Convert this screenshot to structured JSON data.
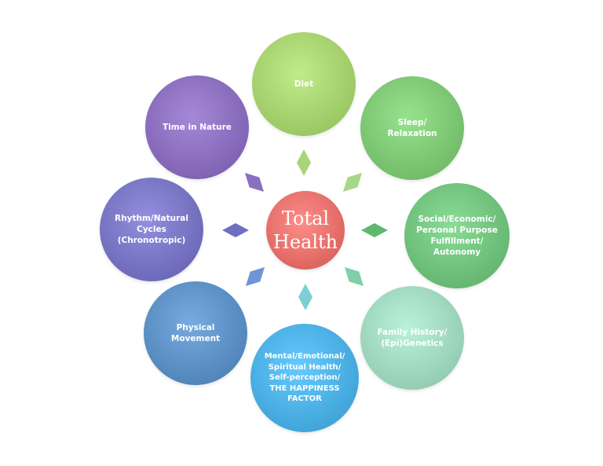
{
  "diagram": {
    "center": {
      "label": "Total\nHealth",
      "color": "#e66f6a"
    },
    "nodes": [
      {
        "key": "diet",
        "label": "Diet",
        "color": "#a5d06e"
      },
      {
        "key": "sleep",
        "label": "Sleep/\nRelaxation",
        "color": "#7cc673"
      },
      {
        "key": "social",
        "label": "Social/Economic/\nPersonal Purpose\nFulfillment/\nAutonomy",
        "color": "#6ec07a"
      },
      {
        "key": "family",
        "label": "Family History/\n(Epi)Genetics",
        "color": "#9ed6bd"
      },
      {
        "key": "mental",
        "label": "Mental/Emotional/\nSpiritual Health/\nSelf-perception/\nTHE HAPPINESS FACTOR",
        "color": "#4aaee2"
      },
      {
        "key": "physical",
        "label": "Physical Movement",
        "color": "#5b8fc4"
      },
      {
        "key": "rhythm",
        "label": "Rhythm/Natural\nCycles\n(Chronotropic)",
        "color": "#7674c2"
      },
      {
        "key": "nature",
        "label": "Time in Nature",
        "color": "#8a6cbc"
      }
    ],
    "connectors": [
      {
        "key": "diet",
        "color": "#a9d578"
      },
      {
        "key": "sleep",
        "color": "#a7d889"
      },
      {
        "key": "social",
        "color": "#5cb96f"
      },
      {
        "key": "family",
        "color": "#7fcfa9"
      },
      {
        "key": "mental",
        "color": "#7ccfd6"
      },
      {
        "key": "physical",
        "color": "#6e95d6"
      },
      {
        "key": "rhythm",
        "color": "#6f6ec2"
      },
      {
        "key": "nature",
        "color": "#8a70bf"
      }
    ]
  }
}
